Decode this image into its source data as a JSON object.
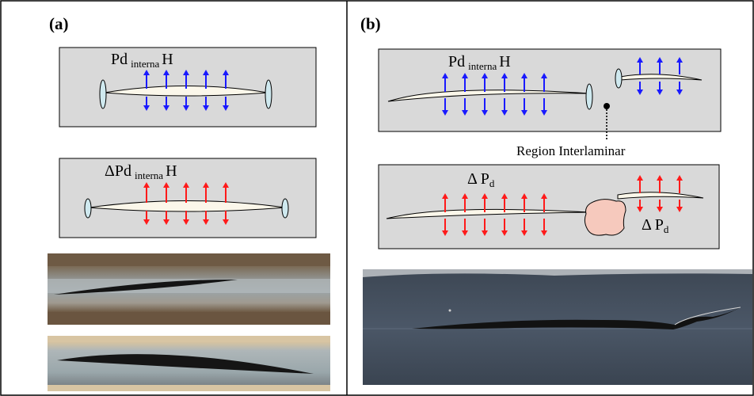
{
  "panel_a": {
    "label": "(a)",
    "diagram1": {
      "label_main": "Pd",
      "label_sub": "interna",
      "label_tail": "H",
      "arrow_color": "#1a1aff"
    },
    "diagram2": {
      "label_main": "ΔPd",
      "label_sub": "interna",
      "label_tail": "H",
      "arrow_color": "#ff1a1a"
    },
    "photos": [
      "laminated pipe wall cross-section with crack",
      "laminated pipe wall cross-section with wider crack"
    ]
  },
  "panel_b": {
    "label": "(b)",
    "diagram1": {
      "label_main": "Pd",
      "label_sub": "interna",
      "label_tail": "H",
      "callout": "Region Interlaminar",
      "arrow_color": "#1a1aff"
    },
    "diagram2": {
      "label1_main": "Δ P",
      "label1_sub": "d",
      "label2_main": "Δ P",
      "label2_sub": "d",
      "arrow_color": "#ff1a1a"
    },
    "photo": "dark steel wall cross-section with long lamination crack"
  },
  "colors": {
    "box_fill": "#d9d9d9",
    "blue_arrow": "#1a1aff",
    "red_arrow": "#ff1a1a",
    "crack_fill": "#fbf7ea",
    "end_cap": "#cfe9ef",
    "blob": "#f6c9bd"
  }
}
